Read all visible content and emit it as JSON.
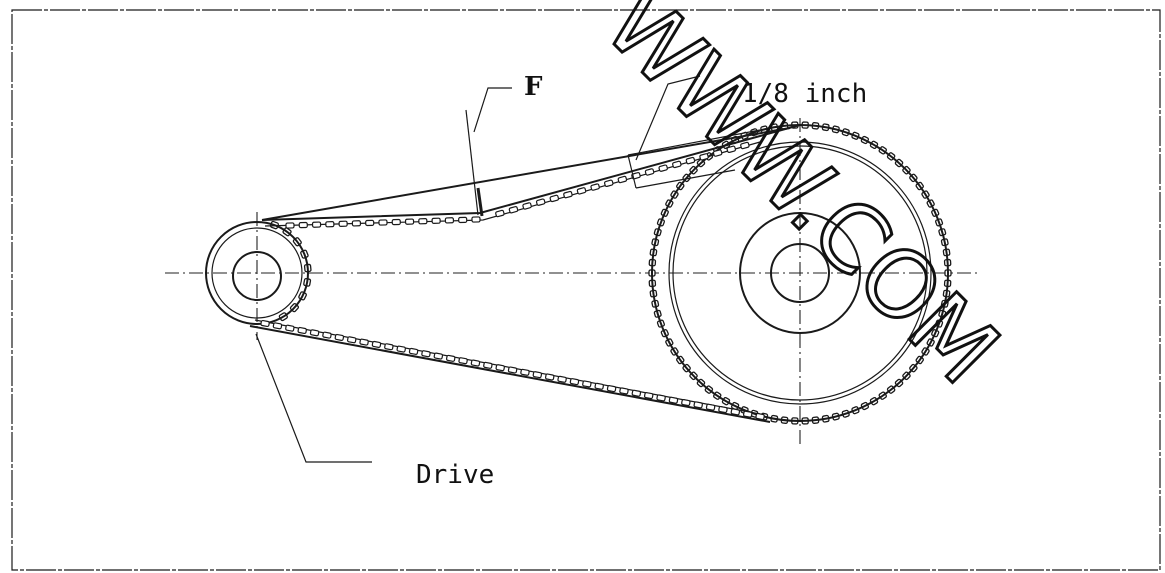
{
  "labels": {
    "force": "F",
    "deflection": "1/8 inch",
    "drive": "Drive"
  },
  "watermark": {
    "text": "WWW.COM"
  },
  "colors": {
    "ink": "#1a1a1a",
    "background": "#ffffff"
  }
}
